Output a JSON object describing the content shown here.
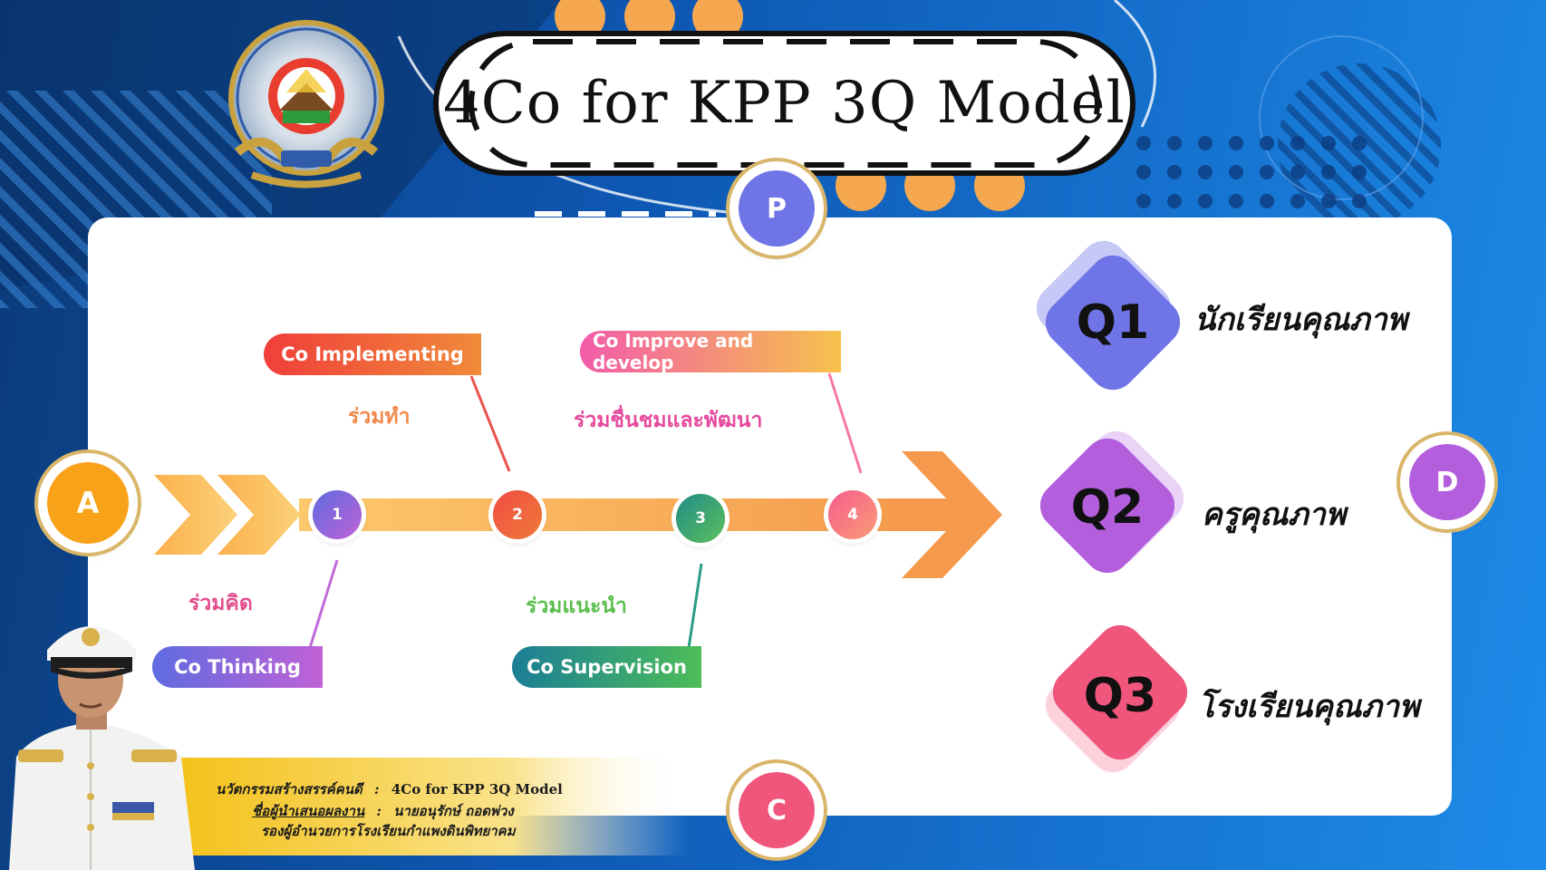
{
  "title": "4Co for KPP 3Q Model",
  "badges": {
    "p": "P",
    "a": "A",
    "c": "C",
    "d": "D"
  },
  "steps": [
    {
      "num": "1",
      "tag": "Co Thinking",
      "thai": "ร่วมคิด"
    },
    {
      "num": "2",
      "tag": "Co Implementing",
      "thai": "ร่วมทำ"
    },
    {
      "num": "3",
      "tag": "Co Supervision",
      "thai": "ร่วมแนะนำ"
    },
    {
      "num": "4",
      "tag": "Co Improve and develop",
      "thai": "ร่วมชื่นชมและพัฒนา"
    }
  ],
  "quality": [
    {
      "code": "Q1",
      "label": "นักเรียนคุณภาพ",
      "color": "#6f74e6"
    },
    {
      "code": "Q2",
      "label": "ครูคุณภาพ",
      "color": "#b35fdd"
    },
    {
      "code": "Q3",
      "label": "โรงเรียนคุณภาพ",
      "color": "#f0567c"
    }
  ],
  "footer": {
    "line1_label": "นวัตกรรมสร้างสรรค์คนดี",
    "line1_sep": ":",
    "line1_value": "4Co  for  KPP  3Q  Model",
    "line2_label": "ชื่อผู้นำเสนอผลงาน",
    "line2_sep": ":",
    "line2_value": "นายอนุรักษ์  ถอดพ่วง",
    "line3": "รองผู้อำนวยการโรงเรียนกำแพงดินพิทยาคม"
  },
  "colors": {
    "accent_orange": "#f5a850",
    "badge_p": "#6f74e6",
    "badge_a": "#f8a21a",
    "badge_c": "#f0567c",
    "badge_d": "#b35fdd"
  },
  "icons": [
    "school-emblem",
    "presenter-photo"
  ]
}
